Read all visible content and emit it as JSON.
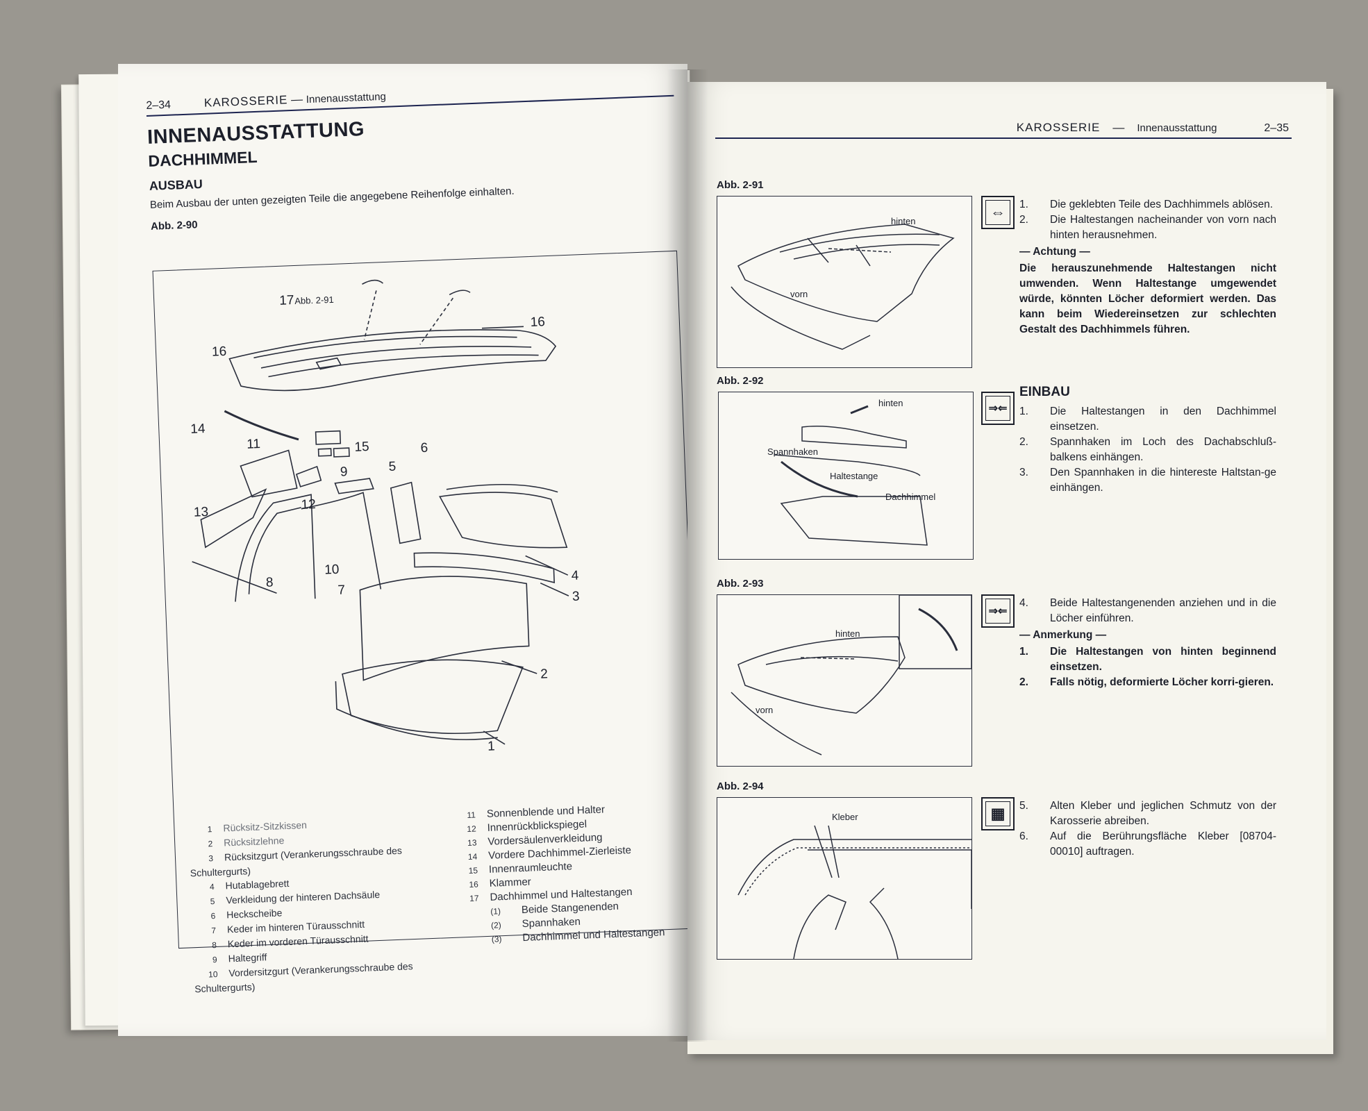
{
  "left_page": {
    "page_number": "2–34",
    "section": "KAROSSERIE",
    "subsection": "Innenausstattung",
    "title": "INNENAUSSTATTUNG",
    "subtitle": "DACHHIMMEL",
    "heading": "AUSBAU",
    "intro": "Beim Ausbau der unten gezeigten Teile die angegebene Reihenfolge einhalten.",
    "figure_label": "Abb. 2-90",
    "callout_17": "17",
    "callout_17_ref": "Abb. 2-91",
    "callouts": [
      "1",
      "2",
      "3",
      "4",
      "5",
      "6",
      "7",
      "8",
      "9",
      "10",
      "11",
      "12",
      "13",
      "14",
      "15",
      "16",
      "16"
    ],
    "legend_left": [
      {
        "n": "1",
        "t": "Rücksitz-Sitzkissen"
      },
      {
        "n": "2",
        "t": "Rücksitzlehne"
      },
      {
        "n": "3",
        "t": "Rücksitzgurt (Verankerungsschraube des Schultergurts)"
      },
      {
        "n": "4",
        "t": "Hutablagebrett"
      },
      {
        "n": "5",
        "t": "Verkleidung der hinteren Dachsäule"
      },
      {
        "n": "6",
        "t": "Heckscheibe"
      },
      {
        "n": "7",
        "t": "Keder im hinteren Türausschnitt"
      },
      {
        "n": "8",
        "t": "Keder im vorderen Türausschnitt"
      },
      {
        "n": "9",
        "t": "Haltegriff"
      },
      {
        "n": "10",
        "t": "Vordersitzgurt (Verankerungsschraube des Schultergurts)"
      }
    ],
    "legend_right": [
      {
        "n": "11",
        "t": "Sonnenblende und Halter"
      },
      {
        "n": "12",
        "t": "Innenrückblickspiegel"
      },
      {
        "n": "13",
        "t": "Vordersäulenverkleidung"
      },
      {
        "n": "14",
        "t": "Vordere Dachhimmel-Zierleiste"
      },
      {
        "n": "15",
        "t": "Innenraumleuchte"
      },
      {
        "n": "16",
        "t": "Klammer"
      },
      {
        "n": "17",
        "t": "Dachhimmel und Haltestangen"
      },
      {
        "n": "(1)",
        "t": "Beide Stangenenden"
      },
      {
        "n": "(2)",
        "t": "Spannhaken"
      },
      {
        "n": "(3)",
        "t": "Dachhimmel und Haltestangen"
      }
    ]
  },
  "right_page": {
    "section": "KAROSSERIE",
    "subsection": "Innenausstattung",
    "page_number": "2–35",
    "figures": [
      {
        "label": "Abb. 2-91",
        "tags": [
          "hinten",
          "vorn"
        ]
      },
      {
        "label": "Abb. 2-92",
        "tags": [
          "hinten",
          "Spannhaken",
          "Haltestange",
          "Dachhimmel"
        ]
      },
      {
        "label": "Abb. 2-93",
        "tags": [
          "hinten",
          "vorn"
        ]
      },
      {
        "label": "Abb. 2-94",
        "tags": [
          "Kleber"
        ]
      }
    ],
    "symbols": [
      "⇔",
      "⇒⇐",
      "⇒⇐",
      "▦"
    ],
    "block1": {
      "steps": [
        {
          "n": "1.",
          "t": "Die geklebten Teile des Dachhimmels ablösen."
        },
        {
          "n": "2.",
          "t": "Die Haltestangen nacheinander von vorn nach hinten herausnehmen."
        }
      ],
      "caution_label": "— Achtung —",
      "caution_text": "Die herauszunehmende Haltestangen nicht umwenden. Wenn Haltestange umgewendet würde, könnten Löcher deformiert werden. Das kann beim Wiedereinsetzen zur schlechten Gestalt des Dachhimmels führen."
    },
    "block2": {
      "heading": "EINBAU",
      "steps": [
        {
          "n": "1.",
          "t": "Die Haltestangen in den Dachhimmel einsetzen."
        },
        {
          "n": "2.",
          "t": "Spannhaken im Loch des Dachabschluß-balkens einhängen."
        },
        {
          "n": "3.",
          "t": "Den Spannhaken in die hintereste Haltstan-ge einhängen."
        }
      ]
    },
    "block3": {
      "steps": [
        {
          "n": "4.",
          "t": "Beide Haltestangenenden anziehen und in die Löcher einführen."
        }
      ],
      "note_label": "— Anmerkung —",
      "notes": [
        {
          "n": "1.",
          "t": "Die Haltestangen von hinten beginnend einsetzen."
        },
        {
          "n": "2.",
          "t": "Falls nötig, deformierte Löcher korri-gieren."
        }
      ]
    },
    "block4": {
      "steps": [
        {
          "n": "5.",
          "t": "Alten Kleber und jeglichen Schmutz von der Karosserie abreiben."
        },
        {
          "n": "6.",
          "t": "Auf die Berührungsfläche Kleber [08704-00010] auftragen."
        }
      ]
    }
  }
}
